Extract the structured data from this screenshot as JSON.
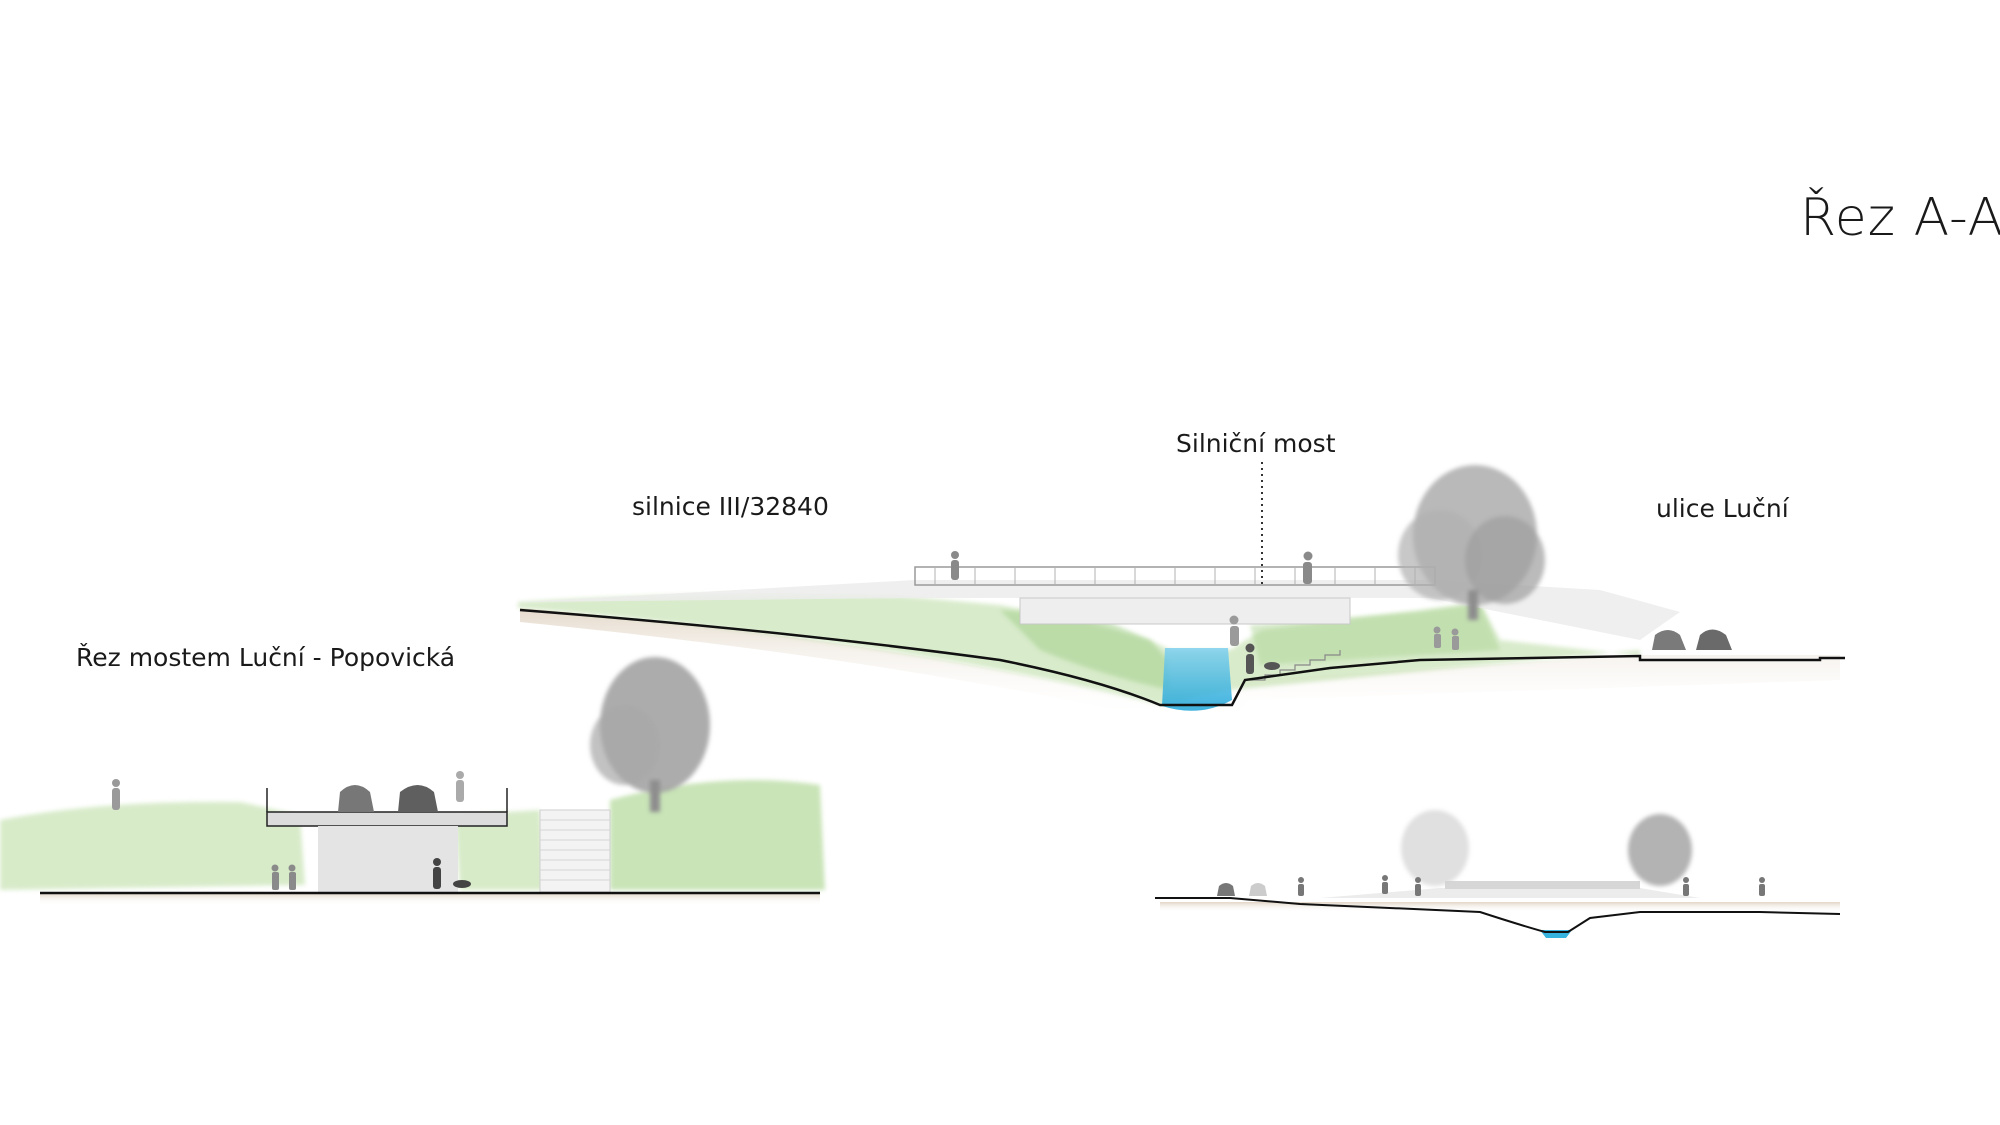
{
  "title": "Řez A-A",
  "labels": {
    "road": "silnice III/32840",
    "bridge": "Silniční most",
    "street": "ulice Luční",
    "section2": "Řez mostem Luční - Popovická"
  },
  "colors": {
    "ink": "#1a1a1a",
    "grass": "#a9d08e",
    "grass_light": "#d9ecc9",
    "water": "#37b3e0",
    "soil": "#e7ddd0",
    "structure": "#e9e9e9",
    "tree": "#9d9d9d",
    "figure": "#8a8a8a",
    "car": "#6f6f6f"
  }
}
